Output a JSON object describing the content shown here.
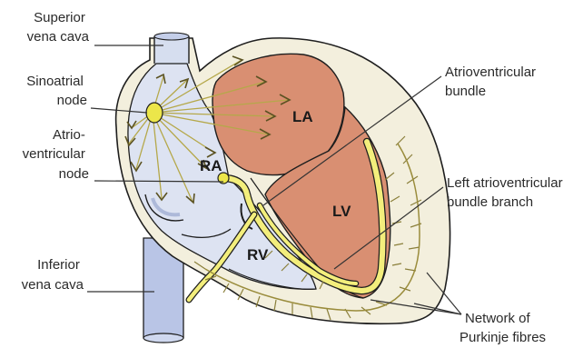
{
  "labels": {
    "superior_vena_cava": [
      "Superior",
      "vena cava"
    ],
    "sinoatrial_node": [
      "Sinoatrial",
      "node"
    ],
    "atrioventricular_node": [
      "Atrio-",
      "ventricular",
      "node"
    ],
    "inferior_vena_cava": [
      "Inferior",
      "vena cava"
    ],
    "atrioventricular_bundle": [
      "Atrioventricular",
      "bundle"
    ],
    "left_bundle_branch": [
      "Left atrioventricular",
      "bundle branch"
    ],
    "purkinje_network": [
      "Network of",
      "Purkinje fibres"
    ]
  },
  "chambers": {
    "la": "LA",
    "lv": "LV",
    "ra": "RA",
    "rv": "RV"
  },
  "colors": {
    "wall": "#f3efdd",
    "right_chamber": "#dde3f2",
    "vessel": "#b9c5e6",
    "left_chamber": "#d98f72",
    "conduction": "#f3ee7c",
    "node": "#ece64a",
    "outline": "#1e1e1e"
  },
  "icons": {
    "signal_arrow": "open-arrowhead-icon"
  }
}
